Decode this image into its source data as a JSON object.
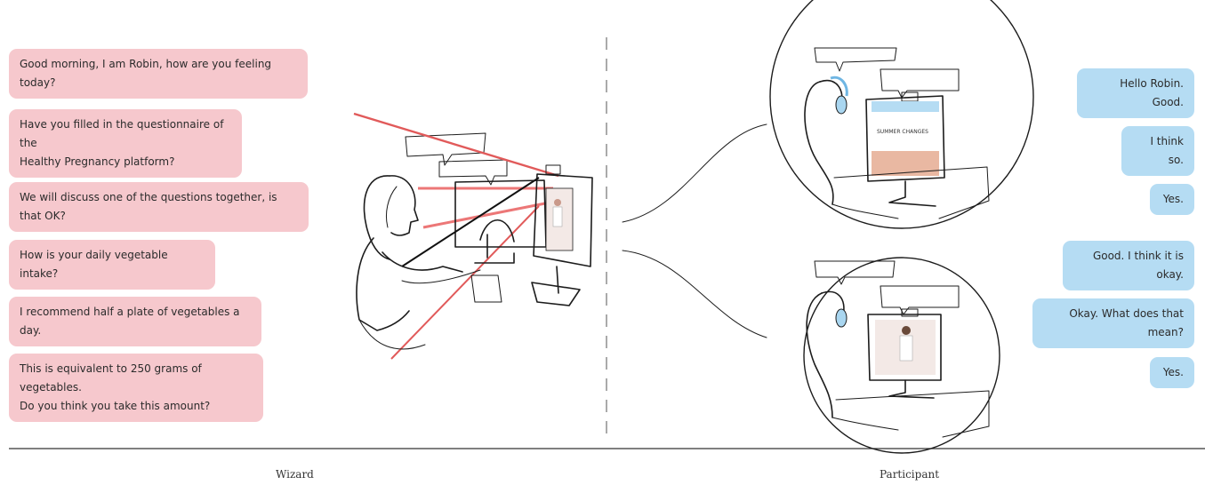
{
  "wizard": {
    "label": "Wizard",
    "messages": [
      "Good morning, I am Robin, how are you feeling today?",
      "Have you filled in the questionnaire of the\nHealthy Pregnancy platform?",
      "We will discuss one of the questions together, is that OK?",
      "How is your daily vegetable intake?",
      "I recommend half a plate of vegetables a day.",
      "This is equivalent to 250 grams of vegetables.\nDo you think you take this amount?"
    ]
  },
  "participant": {
    "label": "Participant",
    "messages": [
      "Hello Robin. Good.",
      "I think so.",
      "Yes.",
      "Good. I think it is okay.",
      "Okay. What does that mean?",
      "Yes."
    ]
  },
  "screen_text": "SUMMER CHANGES",
  "colors": {
    "wizard_bubble": "#f6c8cd",
    "participant_bubble": "#b5dcf3",
    "speech_red": "#ec7777",
    "speech_blue": "#a9d6f0"
  }
}
